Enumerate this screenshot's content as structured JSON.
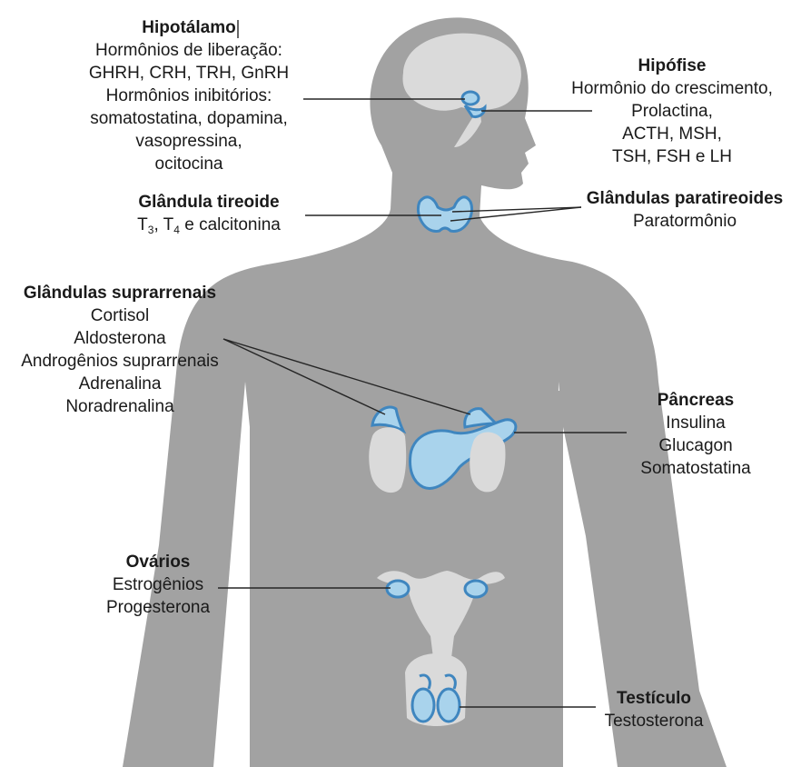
{
  "colors": {
    "body": "#a2a2a2",
    "organ_fill": "#a9d3ec",
    "organ_stroke": "#3f86bf",
    "light_gray": "#dadada",
    "leader": "#262626"
  },
  "hipotalamo": {
    "title": "Hipotálamo",
    "lines": [
      "Hormônios de liberação:",
      "GHRH, CRH, TRH, GnRH",
      "Hormônios inibitórios:",
      "somatostatina, dopamina,",
      "vasopressina,",
      "ocitocina"
    ]
  },
  "hipofise": {
    "title": "Hipófise",
    "lines": [
      "Hormônio do crescimento,",
      "Prolactina,",
      "ACTH, MSH,",
      "TSH, FSH e LH"
    ]
  },
  "tireoide": {
    "title": "Glândula tireoide",
    "t": "T",
    "sub3": "3",
    "sep": ", T",
    "sub4": "4",
    "rest": " e calcitonina"
  },
  "paratireoides": {
    "title": "Glândulas paratireoides",
    "lines": [
      "Paratormônio"
    ]
  },
  "suprarrenais": {
    "title": "Glândulas suprarrenais",
    "lines": [
      "Cortisol",
      "Aldosterona",
      "Androgênios suprarrenais",
      "Adrenalina",
      "Noradrenalina"
    ]
  },
  "pancreas": {
    "title": "Pâncreas",
    "lines": [
      "Insulina",
      "Glucagon",
      "Somatostatina"
    ]
  },
  "ovarios": {
    "title": "Ovários",
    "lines": [
      "Estrogênios",
      "Progesterona"
    ]
  },
  "testiculo": {
    "title": "Testículo",
    "lines": [
      "Testosterona"
    ]
  }
}
